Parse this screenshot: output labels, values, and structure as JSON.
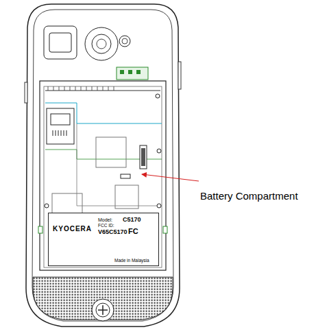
{
  "diagram": {
    "nodes": [
      {
        "text": [
          "Model:",
          "C5170",
          "KYOCERA",
          "FCC ID:",
          "V65C5170",
          "FC",
          "Made in Malaysia"
        ]
      }
    ],
    "labels": [
      "Battery Compartment"
    ]
  }
}
